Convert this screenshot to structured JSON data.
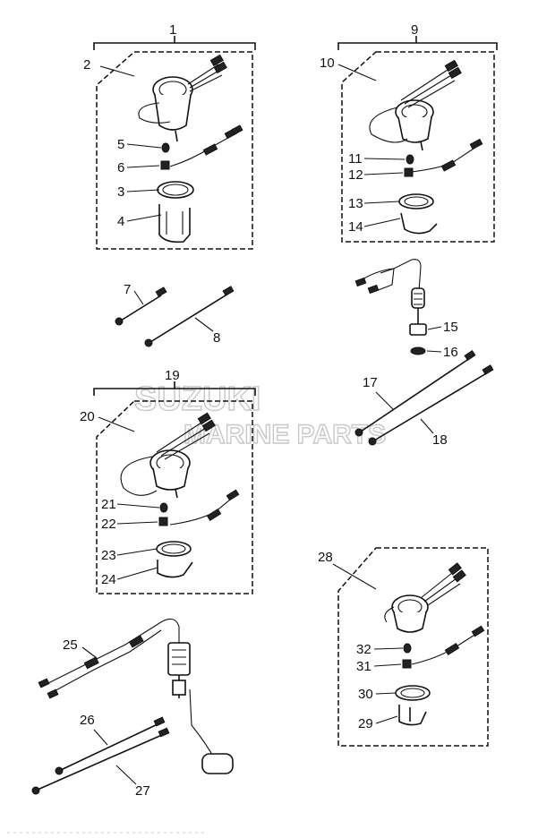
{
  "watermark": {
    "line1": "SUZUKI",
    "line2": "MARINE PARTS"
  },
  "callouts": {
    "c1": "1",
    "c2": "2",
    "c3": "3",
    "c4": "4",
    "c5": "5",
    "c6": "6",
    "c7": "7",
    "c8": "8",
    "c9": "9",
    "c10": "10",
    "c11": "11",
    "c12": "12",
    "c13": "13",
    "c14": "14",
    "c15": "15",
    "c16": "16",
    "c17": "17",
    "c18": "18",
    "c19": "19",
    "c20": "20",
    "c21": "21",
    "c22": "22",
    "c23": "23",
    "c24": "24",
    "c25": "25",
    "c26": "26",
    "c27": "27",
    "c28": "28",
    "c29": "29",
    "c30": "30",
    "c31": "31",
    "c32": "32"
  },
  "footer_text": ""
}
